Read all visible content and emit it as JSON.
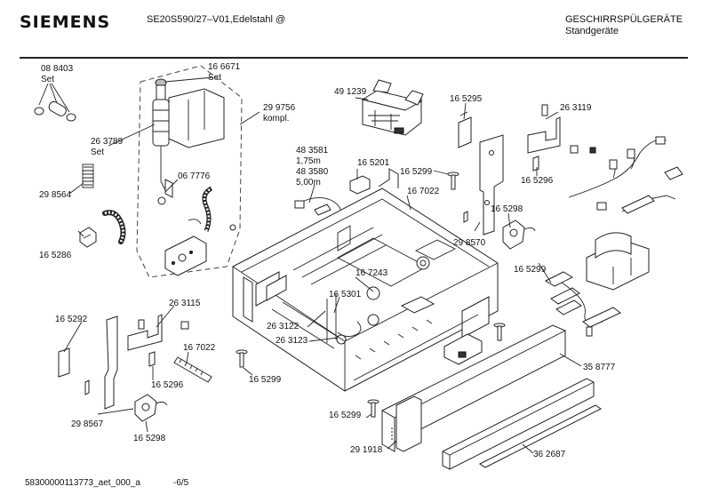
{
  "header": {
    "brand": "SIEMENS",
    "model": "SE20S590/27–V01,Edelstahl @",
    "category_line1": "GESCHIRRSPÜLGERÄTE",
    "category_line2": "Standgeräte"
  },
  "footer": {
    "doc_code": "58300000113773_aet_000_a",
    "page": "-6/5"
  },
  "labels": [
    {
      "id": "l01",
      "text": "08 8403"
    },
    {
      "id": "l02",
      "text": "Set"
    },
    {
      "id": "l03",
      "text": "16 6671"
    },
    {
      "id": "l04",
      "text": "Set"
    },
    {
      "id": "l05",
      "text": "29 9756"
    },
    {
      "id": "l06",
      "text": "kompl."
    },
    {
      "id": "l07",
      "text": "49 1239"
    },
    {
      "id": "l08",
      "text": "16 5295"
    },
    {
      "id": "l09",
      "text": "26 3119"
    },
    {
      "id": "l10",
      "text": "26 3789"
    },
    {
      "id": "l11",
      "text": "Set"
    },
    {
      "id": "l12",
      "text": "06 7776"
    },
    {
      "id": "l13",
      "text": "48 3581"
    },
    {
      "id": "l14",
      "text": "1,75m"
    },
    {
      "id": "l15",
      "text": "48 3580"
    },
    {
      "id": "l16",
      "text": "5,00m"
    },
    {
      "id": "l17",
      "text": "16 5201"
    },
    {
      "id": "l18",
      "text": "16 5299"
    },
    {
      "id": "l19",
      "text": "16 5296"
    },
    {
      "id": "l20",
      "text": "29 8564"
    },
    {
      "id": "l21",
      "text": "16 7022"
    },
    {
      "id": "l22",
      "text": "16 5298"
    },
    {
      "id": "l23",
      "text": "16 5286"
    },
    {
      "id": "l24",
      "text": "29 8570"
    },
    {
      "id": "l25",
      "text": "16 5299"
    },
    {
      "id": "l26",
      "text": "16 7243"
    },
    {
      "id": "l27",
      "text": "16 5301"
    },
    {
      "id": "l28",
      "text": "16 5292"
    },
    {
      "id": "l29",
      "text": "26 3115"
    },
    {
      "id": "l30",
      "text": "26 3122"
    },
    {
      "id": "l31",
      "text": "26 3123"
    },
    {
      "id": "l32",
      "text": "16 7022"
    },
    {
      "id": "l33",
      "text": "16 5299"
    },
    {
      "id": "l34",
      "text": "16 5296"
    },
    {
      "id": "l35",
      "text": "35 8777"
    },
    {
      "id": "l36",
      "text": "29 8567"
    },
    {
      "id": "l37",
      "text": "16 5298"
    },
    {
      "id": "l38",
      "text": "16 5299"
    },
    {
      "id": "l39",
      "text": "29 1918"
    },
    {
      "id": "l40",
      "text": "36 2687"
    }
  ]
}
